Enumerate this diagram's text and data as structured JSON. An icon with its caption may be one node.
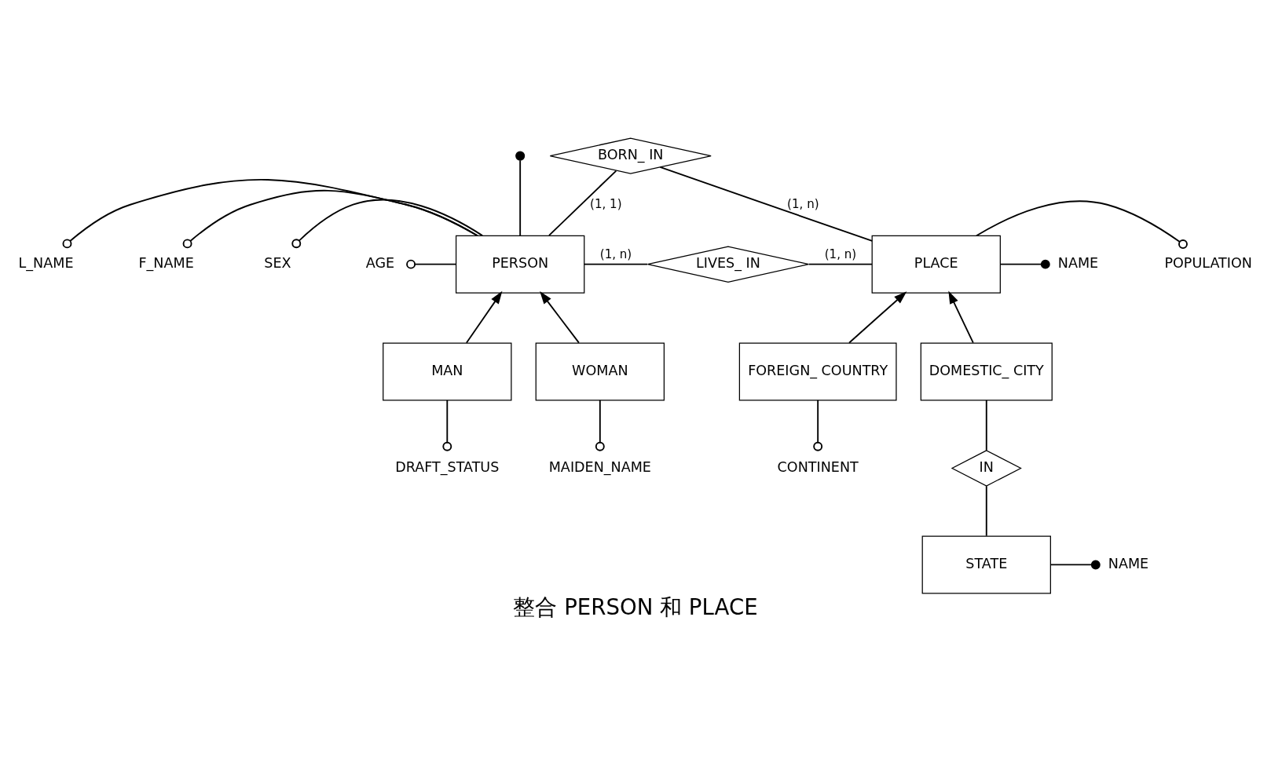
{
  "diagram": {
    "caption": "整合 PERSON 和 PLACE",
    "nodes": [
      {
        "text": [
          "PERSON"
        ]
      },
      {
        "text": [
          "PLACE"
        ]
      },
      {
        "text": [
          "BORN_ IN"
        ]
      },
      {
        "text": [
          "LIVES_ IN"
        ]
      },
      {
        "text": [
          "MAN"
        ]
      },
      {
        "text": [
          "WOMAN"
        ]
      },
      {
        "text": [
          "FOREIGN_ COUNTRY"
        ]
      },
      {
        "text": [
          "DOMESTIC_ CITY"
        ]
      },
      {
        "text": [
          "IN"
        ]
      },
      {
        "text": [
          "STATE"
        ]
      },
      {
        "text": [
          "L_NAME"
        ]
      },
      {
        "text": [
          "F_NAME"
        ]
      },
      {
        "text": [
          "SEX"
        ]
      },
      {
        "text": [
          "AGE"
        ]
      },
      {
        "text": [
          "NAME"
        ]
      },
      {
        "text": [
          "POPULATION"
        ]
      },
      {
        "text": [
          "DRAFT_STATUS"
        ]
      },
      {
        "text": [
          "MAIDEN_NAME"
        ]
      },
      {
        "text": [
          "CONTINENT"
        ]
      },
      {
        "text": [
          "NAME"
        ]
      },
      {
        "text": [],
        "shape": "circle"
      }
    ],
    "edges": [
      {
        "from": 0,
        "to": 2,
        "arrow": "none",
        "label": "(1, 1)"
      },
      {
        "from": 2,
        "to": 1,
        "arrow": "none",
        "label": "(1, n)"
      },
      {
        "from": 0,
        "to": 3,
        "arrow": "none",
        "label": "(1, n)"
      },
      {
        "from": 3,
        "to": 1,
        "arrow": "none",
        "label": "(1, n)"
      },
      {
        "from": 4,
        "to": 0,
        "arrow": "to"
      },
      {
        "from": 5,
        "to": 0,
        "arrow": "to"
      },
      {
        "from": 6,
        "to": 1,
        "arrow": "to"
      },
      {
        "from": 7,
        "to": 1,
        "arrow": "to"
      },
      {
        "from": 7,
        "to": 8,
        "arrow": "none"
      },
      {
        "from": 8,
        "to": 9,
        "arrow": "none"
      },
      {
        "from": 20,
        "to": 0,
        "arrow": "none"
      },
      {
        "from": 10,
        "to": 0,
        "arrow": "other"
      },
      {
        "from": 11,
        "to": 0,
        "arrow": "other"
      },
      {
        "from": 12,
        "to": 0,
        "arrow": "other"
      },
      {
        "from": 13,
        "to": 0,
        "arrow": "other"
      },
      {
        "from": 14,
        "to": 1,
        "arrow": "other"
      },
      {
        "from": 15,
        "to": 1,
        "arrow": "other"
      },
      {
        "from": 16,
        "to": 4,
        "arrow": "other"
      },
      {
        "from": 17,
        "to": 5,
        "arrow": "other"
      },
      {
        "from": 18,
        "to": 6,
        "arrow": "other"
      },
      {
        "from": 19,
        "to": 9,
        "arrow": "other"
      }
    ]
  }
}
